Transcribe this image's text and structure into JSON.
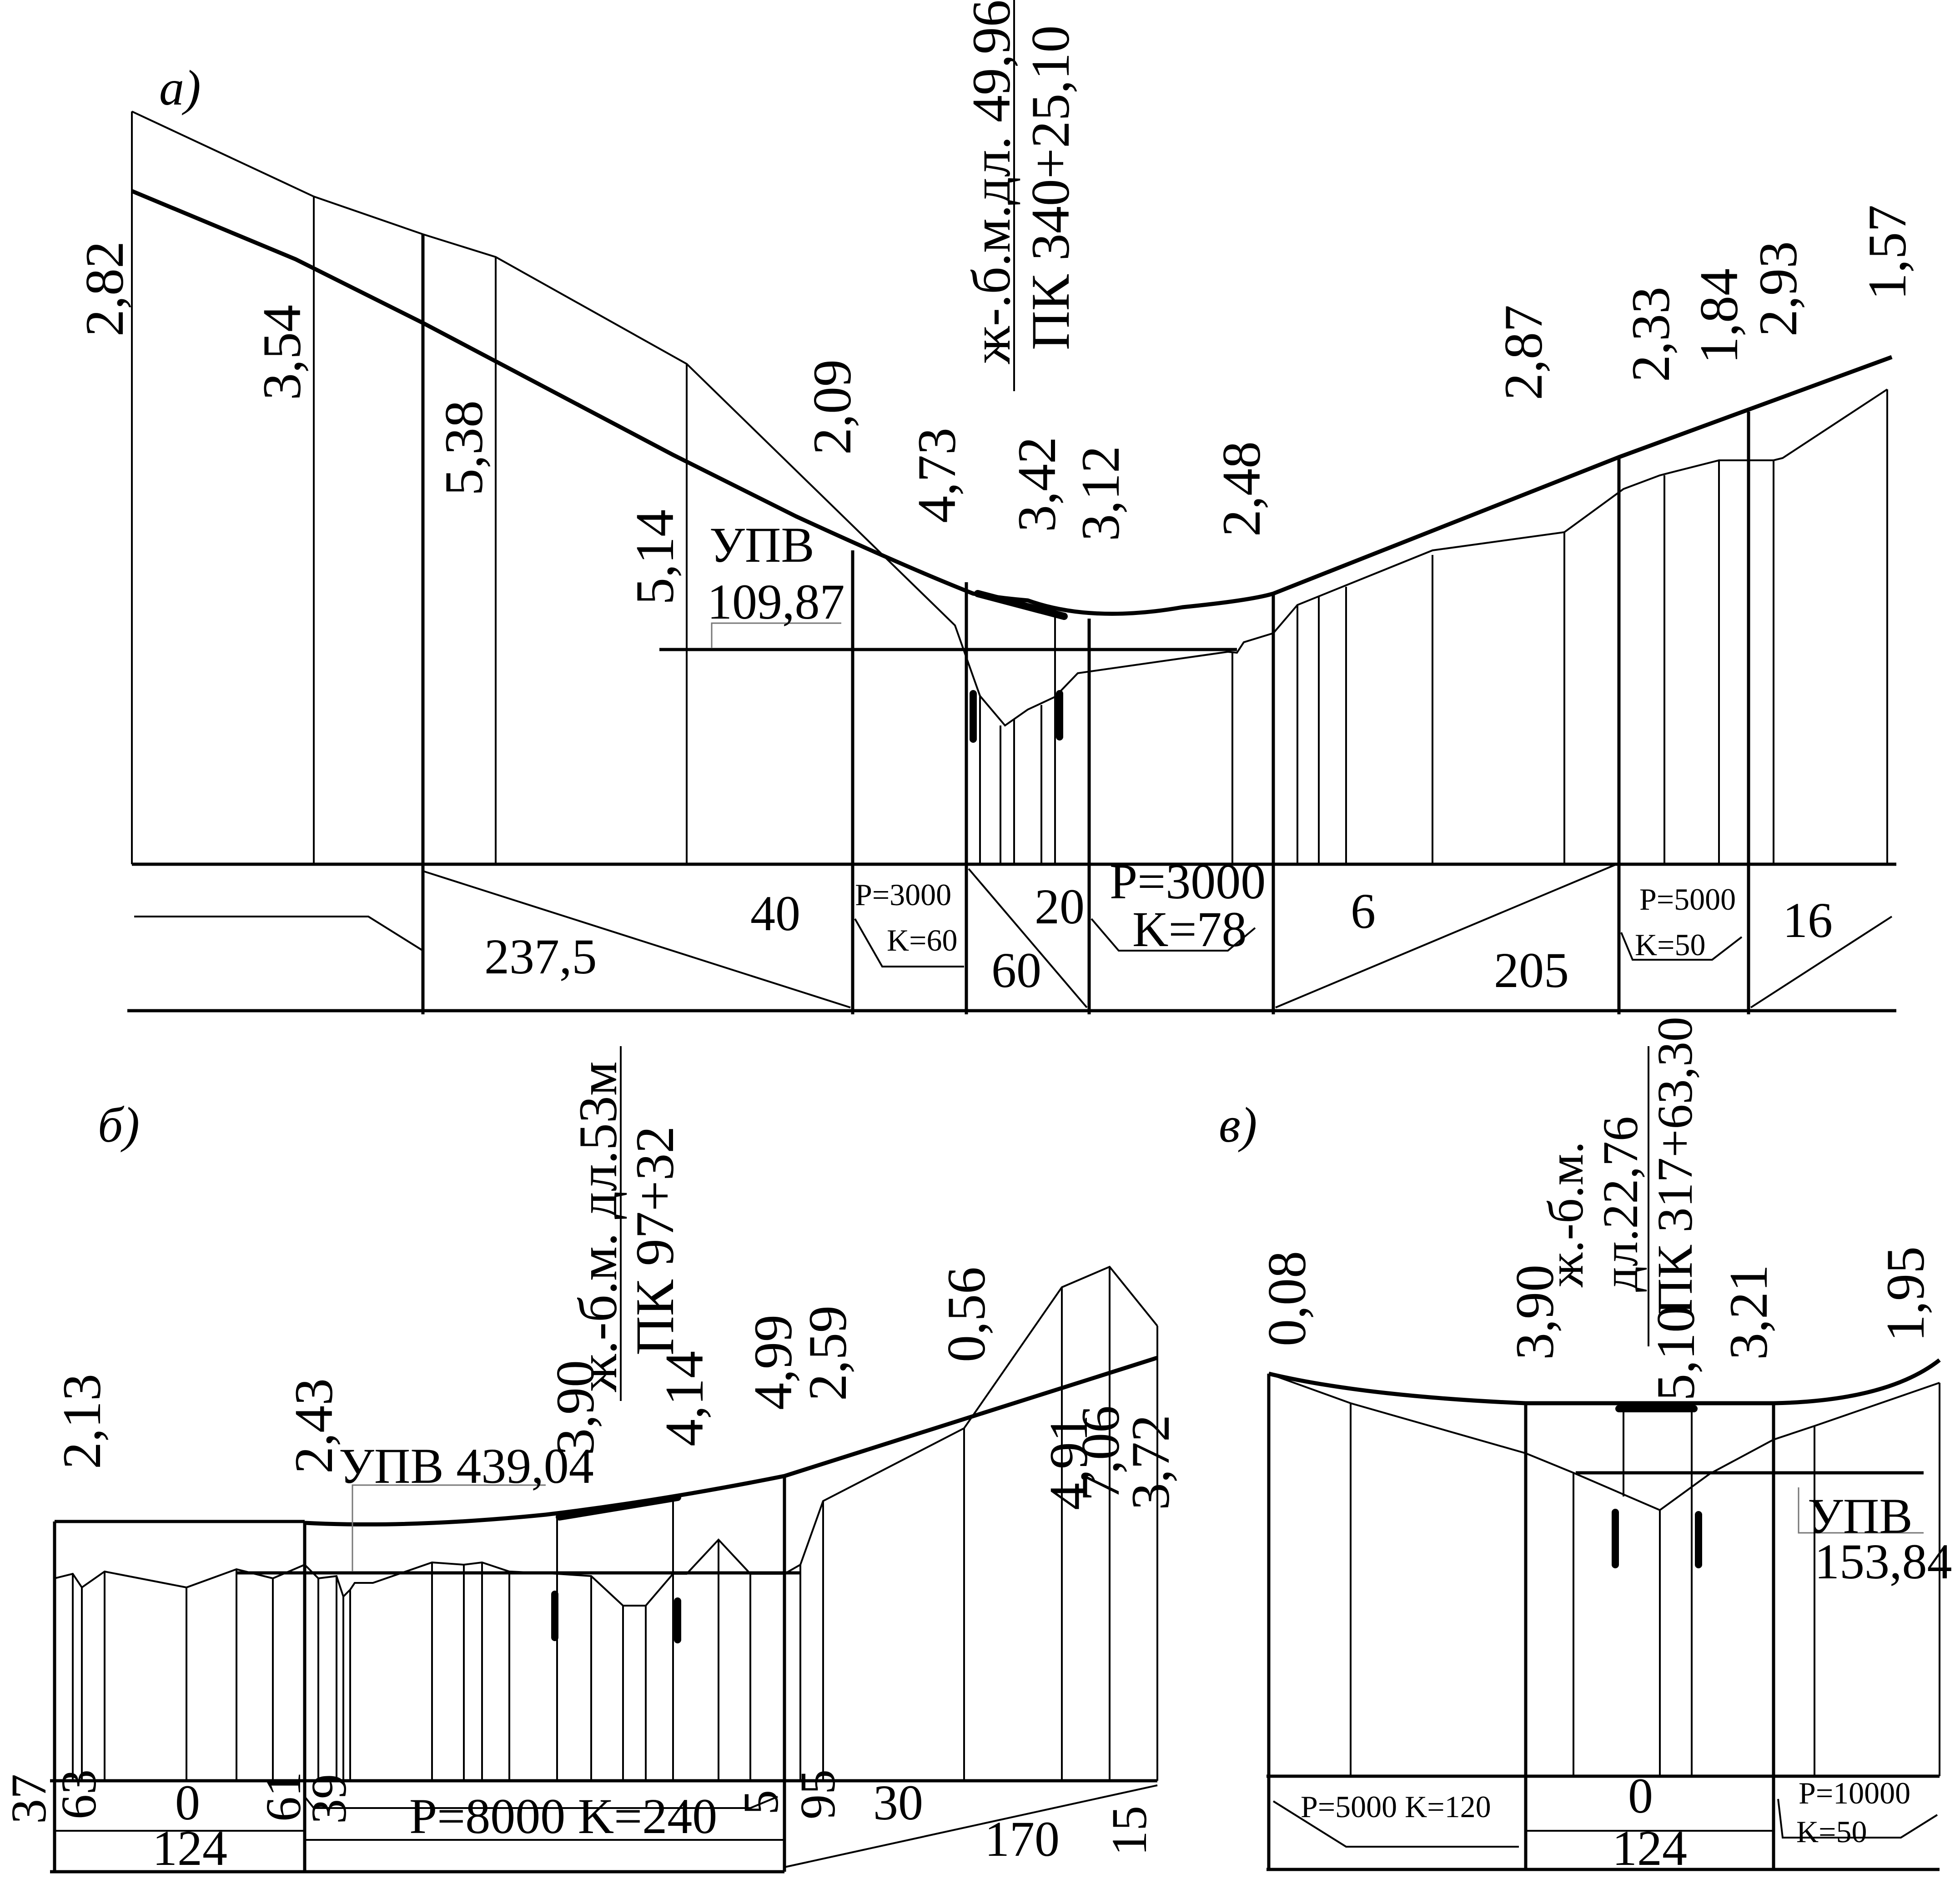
{
  "panel_a": {
    "caption": "а)",
    "bridge_line1": "ж-.б.м.дл. 49,96",
    "bridge_line2": "ПК 340+25,10",
    "upv_label": "УПВ",
    "upv_value": "109,87",
    "depths": [
      "2,82",
      "3,54",
      "5,38",
      "5,14",
      "2,09",
      "4,73",
      "3,42",
      "3,12",
      "2,48",
      "2,87",
      "2,33",
      "1,84",
      "2,93",
      "1,57"
    ],
    "profile_row": [
      "237,5",
      "40",
      "P=3000",
      "K=60",
      "20",
      "60",
      "P=3000",
      "K=78",
      "6",
      "205",
      "P=5000",
      "K=50",
      "16"
    ]
  },
  "panel_b": {
    "caption": "б)",
    "bridge_line1": "ж.-б.м. дл.53м",
    "bridge_line2": "ПК 97+32",
    "upv": "УПВ 439,04",
    "depths": [
      "2,13",
      "2,43",
      "3,90",
      "4,14",
      "4,99",
      "2,59",
      "0,56",
      "4,91",
      "7,06",
      "3,72"
    ],
    "row_top": [
      "37",
      "63",
      "0",
      "61",
      "39",
      "P=8000  K=240",
      "5",
      "95",
      "30",
      "15"
    ],
    "row_bottom": [
      "124",
      "170"
    ]
  },
  "panel_c": {
    "caption": "в)",
    "bridge_line1": "ж.-б.м.",
    "bridge_line2": "дл.22,76",
    "bridge_line3": "ПК 317+63,30",
    "upv_label": "УПВ",
    "upv_value": "153,84",
    "depths": [
      "0,08",
      "3,90",
      "5,10",
      "3,21",
      "1,95"
    ],
    "row_top": [
      "P=5000 K=120",
      "0",
      "P=10000",
      "K=50"
    ],
    "row_bottom": [
      "124"
    ]
  }
}
